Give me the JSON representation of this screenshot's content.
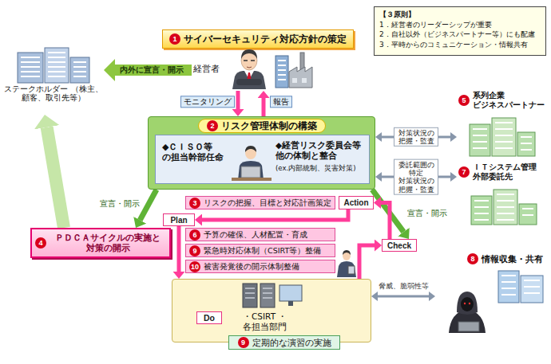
{
  "diagram": {
    "nodes": [
      {
        "text": [
          "1",
          "サイバーセキュリティ対応方針の策定"
        ]
      },
      {
        "text": [
          "【３原則】",
          "1．経営者のリーダーシップが重要",
          "2．自社以外（ビジネスパートナー等）にも配慮",
          "3．平時からのコミュニケーション・情報共有"
        ]
      },
      {
        "text": [
          "経営者"
        ]
      },
      {
        "text": [
          "ステークホルダー （株主、顧客、取引先等）"
        ]
      },
      {
        "text": [
          "2",
          "リスク管理体制の構築"
        ]
      },
      {
        "text": [
          "◆ＣＩＳＯ等 の担当幹部任命",
          "◆経営リスク委員会等 他の体制と整合",
          "(ex.内部統制、災害対策)"
        ],
        "in": 4
      },
      {
        "text": [
          "5",
          "系列企業 ビジネスパートナー"
        ]
      },
      {
        "text": [
          "7",
          "ＩＴシステム管理 外部委託先"
        ]
      },
      {
        "text": [
          "Action"
        ]
      },
      {
        "text": [
          "3",
          "リスクの把握、目標と対応計画策定"
        ]
      },
      {
        "text": [
          "Plan"
        ]
      },
      {
        "text": [
          "4",
          "ＰＤＣＡサイクルの実施と 対策の開示"
        ]
      },
      {
        "text": [
          "6",
          "予算の確保、人材配置・育成"
        ]
      },
      {
        "text": [
          "9",
          "緊急時対応体制（CSIRT等）整備"
        ]
      },
      {
        "text": [
          "Check"
        ]
      },
      {
        "text": [
          "10",
          "被害発覚後の開示体制整備"
        ]
      },
      {
        "text": [
          "8",
          "情報収集・共有"
        ]
      },
      {
        "text": [
          "・CSIRT ・各担当部門"
        ]
      },
      {
        "text": [
          "Do"
        ],
        "in": 17
      },
      {
        "text": [
          "9",
          "定期的な演習の実施"
        ],
        "in": 17
      }
    ],
    "edges": [
      {
        "from": 2,
        "to": 3,
        "arrow": "to",
        "label": "内外に宣言・開示"
      },
      {
        "from": 2,
        "to": 4,
        "arrow": "to",
        "label": "モニタリング"
      },
      {
        "from": 4,
        "to": 2,
        "arrow": "to",
        "label": "報告"
      },
      {
        "from": 6,
        "to": 4,
        "arrow": "both",
        "label": "対策状況の 把握・監査"
      },
      {
        "from": 7,
        "to": 4,
        "arrow": "both",
        "label": "委託範囲の 特定 対策状況の 把握・監査"
      },
      {
        "from": 4,
        "to": 11,
        "arrow": "to",
        "label": "宣言・開示"
      },
      {
        "from": 4,
        "to": 14,
        "arrow": "to",
        "label": "宣言・開示"
      },
      {
        "from": 11,
        "to": 3,
        "arrow": "to"
      },
      {
        "from": 10,
        "to": 17,
        "arrow": "to"
      },
      {
        "from": 17,
        "to": 14,
        "arrow": "to"
      },
      {
        "from": 14,
        "to": 8,
        "arrow": "to"
      },
      {
        "from": 8,
        "to": 10,
        "arrow": "to"
      },
      {
        "from": 16,
        "to": 17,
        "arrow": "both",
        "label": "脅威、脆弱性等"
      }
    ]
  }
}
